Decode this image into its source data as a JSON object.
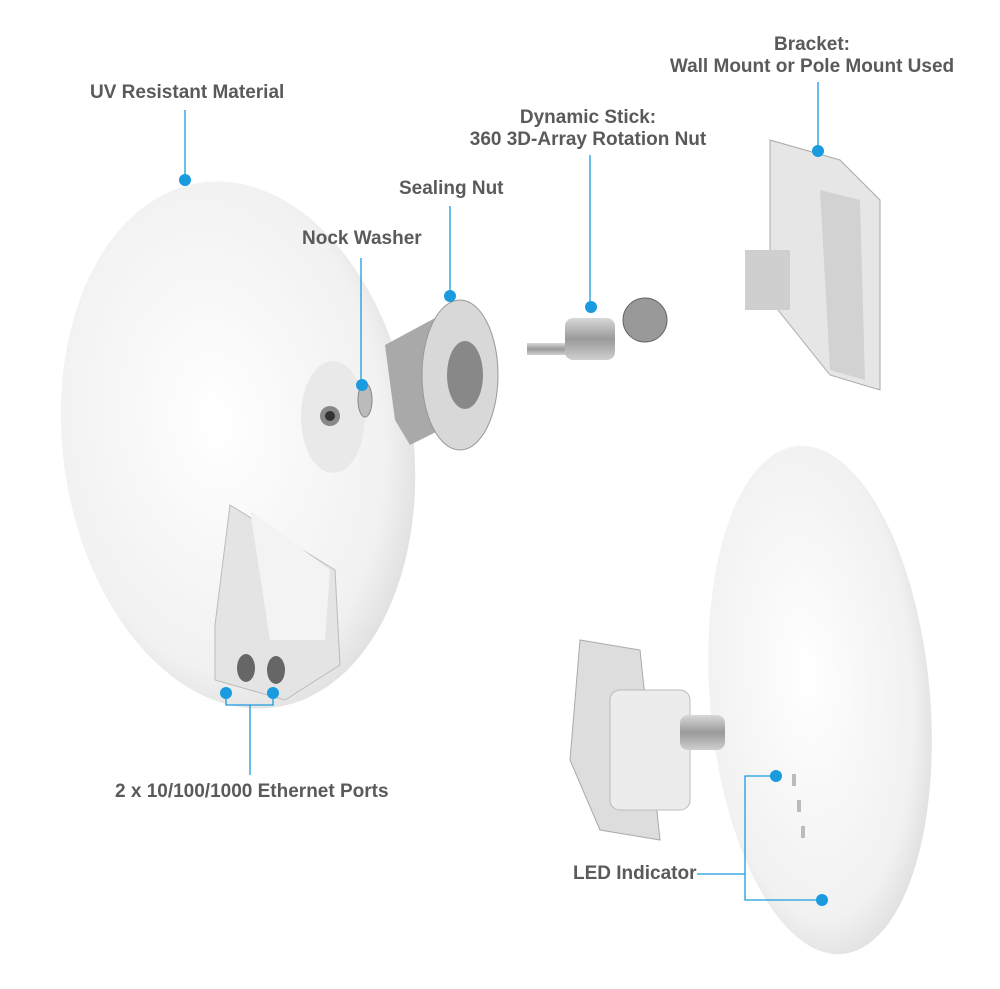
{
  "colors": {
    "callout": "#1a9be0",
    "label": "#5a5a5a",
    "device": "#f2f2f2"
  },
  "labels": {
    "uv": "UV Resistant Material",
    "nock": "Nock Washer",
    "sealing": "Sealing Nut",
    "stick_title": "Dynamic Stick:",
    "stick_sub": "360 3D-Array Rotation Nut",
    "bracket_title": "Bracket:",
    "bracket_sub": "Wall Mount or Pole Mount Used",
    "ethernet": "2 x 10/100/1000 Ethernet Ports",
    "led": "LED Indicator"
  }
}
